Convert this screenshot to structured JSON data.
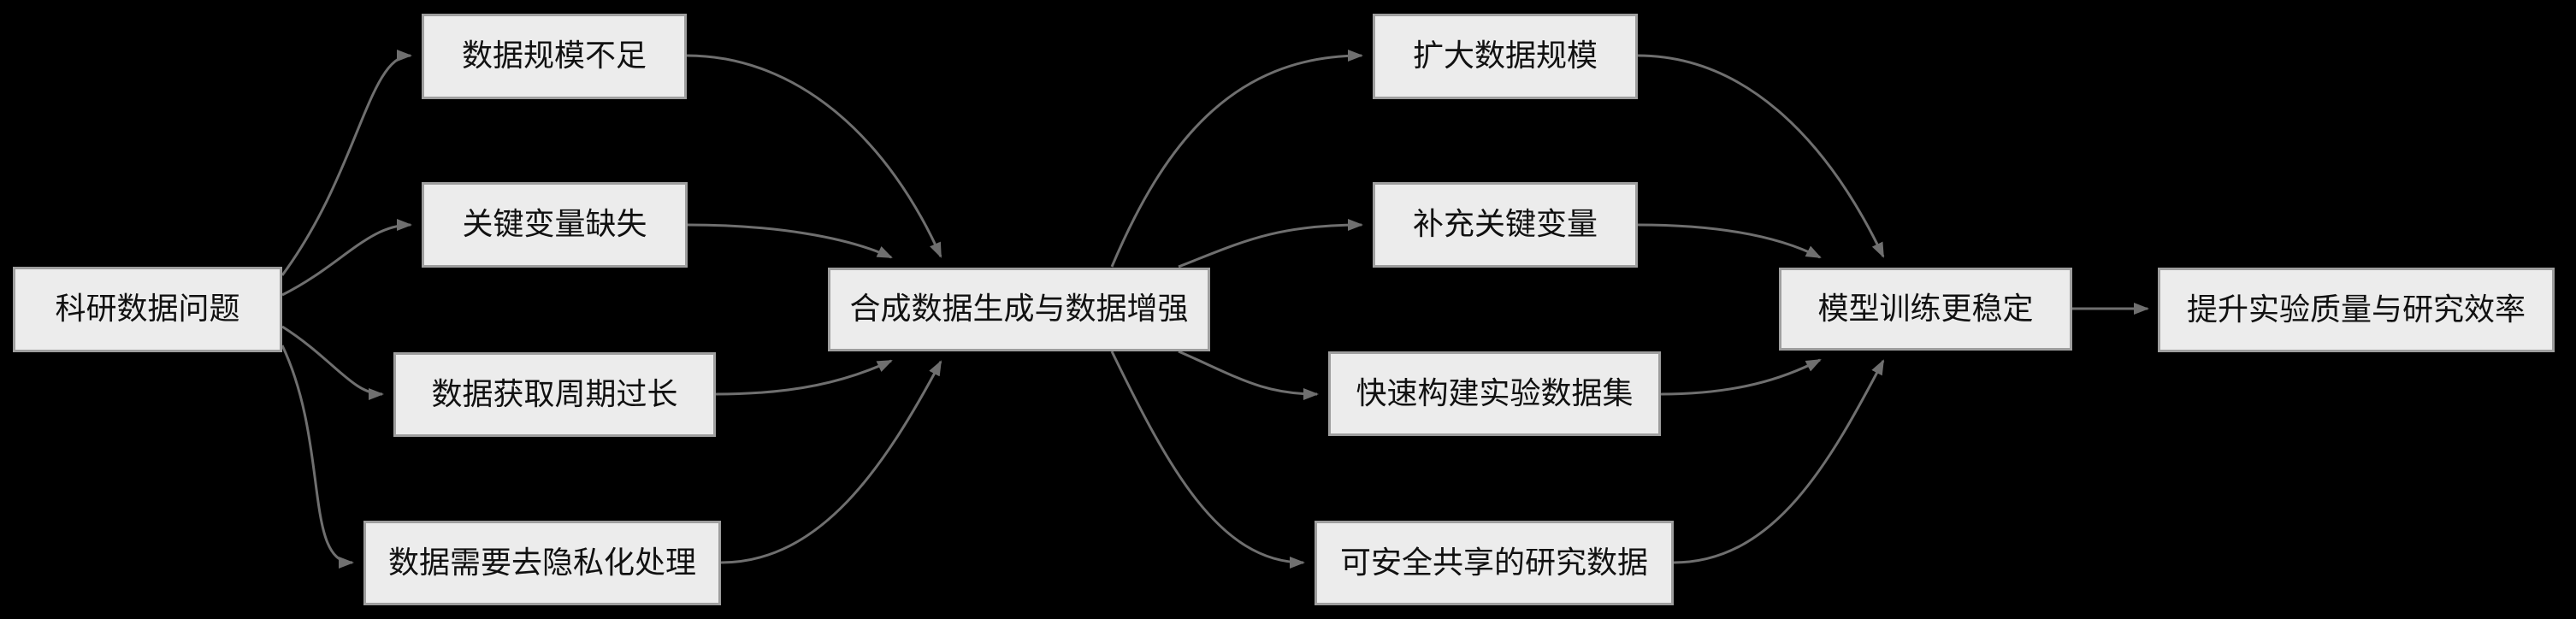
{
  "diagram": {
    "type": "flowchart",
    "direction": "left-to-right",
    "background_color": "#000000",
    "node_fill_color": "#ececec",
    "node_border_color": "#9e9e9e",
    "edge_color": "#6f6f6f",
    "text_color": "#111111",
    "nodes": {
      "problem": {
        "label": "科研数据问题"
      },
      "scale_insufficient": {
        "label": "数据规模不足"
      },
      "missing_variables": {
        "label": "关键变量缺失"
      },
      "long_acquisition": {
        "label": "数据获取周期过长"
      },
      "deidentification": {
        "label": "数据需要去隐私化处理"
      },
      "synthesis": {
        "label": "合成数据生成与数据增强"
      },
      "expand_scale": {
        "label": "扩大数据规模"
      },
      "supplement_variables": {
        "label": "补充关键变量"
      },
      "build_datasets": {
        "label": "快速构建实验数据集"
      },
      "shareable_data": {
        "label": "可安全共享的研究数据"
      },
      "stable_training": {
        "label": "模型训练更稳定"
      },
      "outcome": {
        "label": "提升实验质量与研究效率"
      }
    },
    "edges": [
      {
        "from": "科研数据问题",
        "to": "数据规模不足"
      },
      {
        "from": "科研数据问题",
        "to": "关键变量缺失"
      },
      {
        "from": "科研数据问题",
        "to": "数据获取周期过长"
      },
      {
        "from": "科研数据问题",
        "to": "数据需要去隐私化处理"
      },
      {
        "from": "数据规模不足",
        "to": "合成数据生成与数据增强"
      },
      {
        "from": "关键变量缺失",
        "to": "合成数据生成与数据增强"
      },
      {
        "from": "数据获取周期过长",
        "to": "合成数据生成与数据增强"
      },
      {
        "from": "数据需要去隐私化处理",
        "to": "合成数据生成与数据增强"
      },
      {
        "from": "合成数据生成与数据增强",
        "to": "扩大数据规模"
      },
      {
        "from": "合成数据生成与数据增强",
        "to": "补充关键变量"
      },
      {
        "from": "合成数据生成与数据增强",
        "to": "快速构建实验数据集"
      },
      {
        "from": "合成数据生成与数据增强",
        "to": "可安全共享的研究数据"
      },
      {
        "from": "扩大数据规模",
        "to": "模型训练更稳定"
      },
      {
        "from": "补充关键变量",
        "to": "模型训练更稳定"
      },
      {
        "from": "快速构建实验数据集",
        "to": "模型训练更稳定"
      },
      {
        "from": "可安全共享的研究数据",
        "to": "模型训练更稳定"
      },
      {
        "from": "模型训练更稳定",
        "to": "提升实验质量与研究效率"
      }
    ]
  }
}
